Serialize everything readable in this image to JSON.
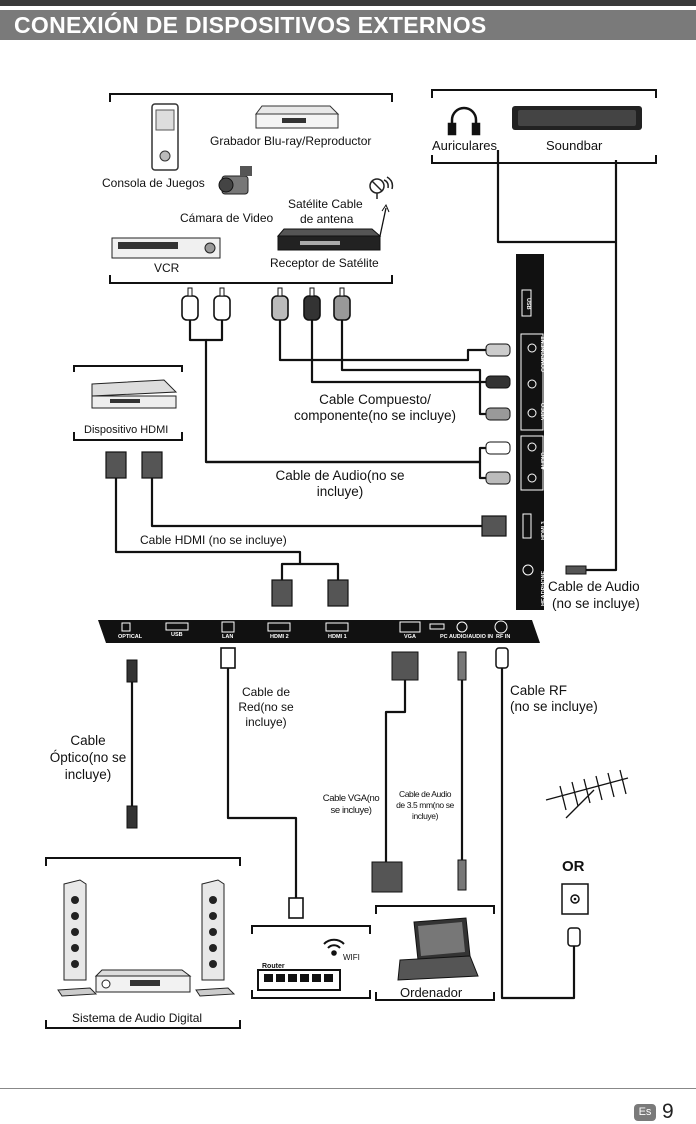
{
  "title": "CONEXIÓN DE DISPOSITIVOS EXTERNOS",
  "devices": {
    "bluray": "Grabador Blu-ray/Reproductor",
    "console": "Consola de Juegos",
    "camera": "Cámara de Video",
    "satellite_line1": "Satélite Cable",
    "satellite_line2": "de antena",
    "vcr": "VCR",
    "receiver": "Receptor de Satélite",
    "headphones": "Auriculares",
    "soundbar": "Soundbar",
    "hdmi_device": "Dispositivo HDMI",
    "digital_audio": "Sistema de Audio Digital",
    "router": "Router",
    "wifi": "WIFI",
    "computer": "Ordenador",
    "or": "OR"
  },
  "cables": {
    "composite_line1": "Cable Compuesto/",
    "composite_line2": "componente(no se incluye)",
    "audio_line1": "Cable de Audio(no se",
    "audio_line2": "incluye)",
    "hdmi": "Cable HDMI (no se incluye)",
    "headphone_audio_line1": "Cable de Audio",
    "headphone_audio_line2": "(no se incluye)",
    "optical_line1": "Cable",
    "optical_line2": "Óptico(no se",
    "optical_line3": "incluye)",
    "network_line1": "Cable de",
    "network_line2": "Red(no se",
    "network_line3": "incluye)",
    "vga_line1": "Cable VGA(no",
    "vga_line2": "se incluye)",
    "pc_audio_line1": "Cable de Audio",
    "pc_audio_line2": "de 3.5 mm(no se",
    "pc_audio_line3": "incluye)",
    "rf_line1": "Cable RF",
    "rf_line2": "(no se incluye)"
  },
  "ports": {
    "optical": "OPTICAL",
    "usb": "USB",
    "lan": "LAN",
    "hdmi2": "HDMI 2",
    "hdmi1": "HDMI 1",
    "vga": "VGA",
    "pc_audio": "PC AUDIO/AUDIO IN",
    "rf_in": "RF IN",
    "side_usb": "USB",
    "side_component": "COMPONENT",
    "side_video": "VIDEO",
    "side_audio": "AUDIO",
    "side_hdmi3": "HDMI 3",
    "side_headphone": "HEADPHONE"
  },
  "footer": {
    "lang": "Es",
    "page": "9"
  }
}
